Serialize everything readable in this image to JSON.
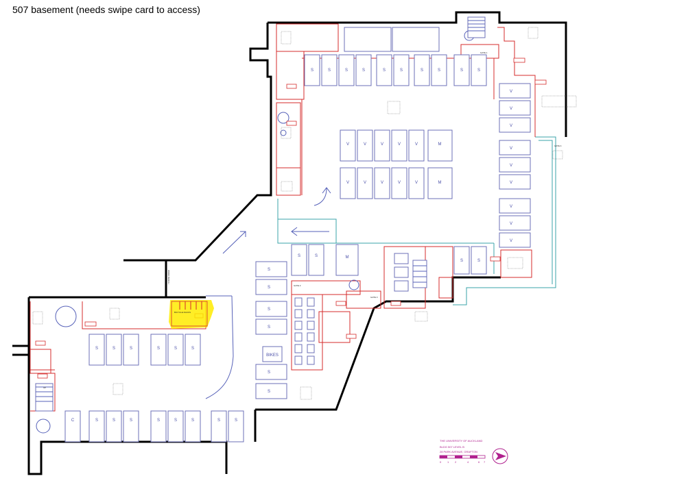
{
  "title": "507 basement (needs swipe card to access)",
  "titleblock": {
    "university": "THE UNIVERSITY OF AUCKLAND",
    "building": "BLDG 507  LEVEL B",
    "address": "28 PARK AVENUE, GRAFTON",
    "scale_ticks": [
      "0",
      "1",
      "2",
      "4",
      "6",
      "7"
    ]
  },
  "labels": {
    "bicycle": "BICYCLE RACKS",
    "bikes": "BIKES",
    "gate1": "GATE 1",
    "gate2": "GATE 2",
    "gate3": "GATE 3",
    "gate4": "GATE 4",
    "work_bench": "WORK BENCH",
    "up": "UP"
  },
  "bay_letters": {
    "s": "S",
    "v": "V",
    "m": "M",
    "c": "C"
  },
  "colors": {
    "wall": "#000000",
    "partition": "#d62b2b",
    "bay": "#6b6fb7",
    "highlight": "#ffeb00",
    "titleblock": "#b0208e"
  }
}
